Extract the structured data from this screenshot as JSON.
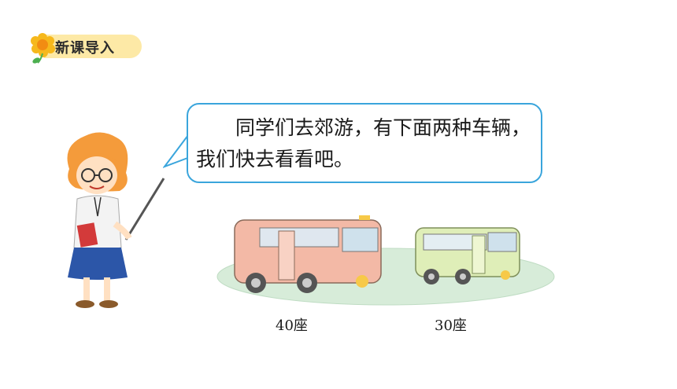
{
  "section_tag": {
    "label": "新课导入"
  },
  "speech_bubble": {
    "text": "同学们去郊游，有下面两种车辆，我们快去看看吧。"
  },
  "buses": [
    {
      "caption": "40座",
      "color": "#f3b9a6"
    },
    {
      "caption": "30座",
      "color": "#dfeeb8"
    }
  ],
  "colors": {
    "accent_blue": "#3aa5dc",
    "tag_yellow": "#fde9a6",
    "ground": "#d7ecd9"
  }
}
